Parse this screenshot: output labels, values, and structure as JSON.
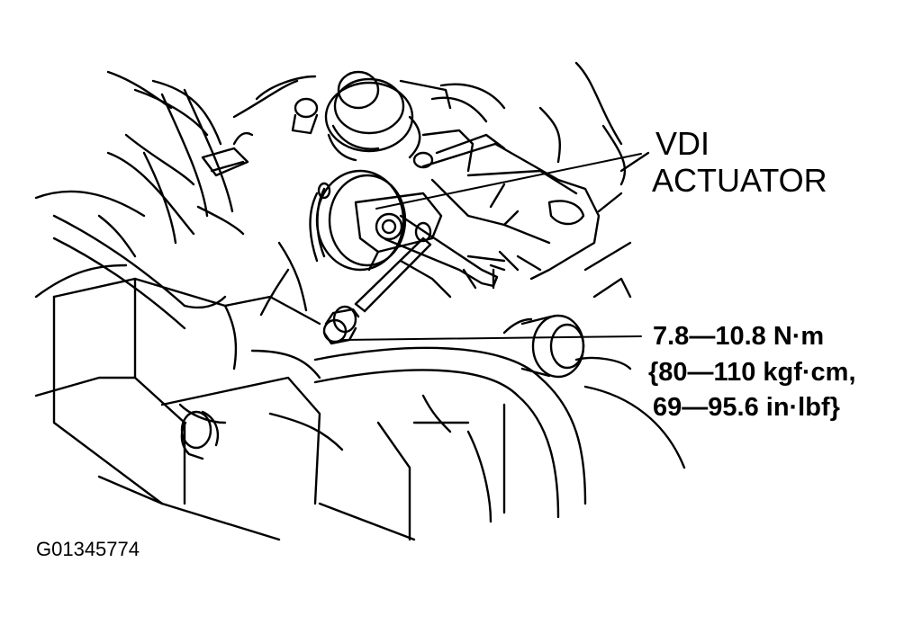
{
  "callouts": {
    "actuator_line1": "VDI",
    "actuator_line2": "ACTUATOR",
    "torque_line1": "7.8—10.8 N·m",
    "torque_line2": "{80—110 kgf·cm,",
    "torque_line3": "69—95.6 in·lbf}"
  },
  "figure_id": "G01345774",
  "colors": {
    "ink": "#000000",
    "paper": "#ffffff"
  }
}
